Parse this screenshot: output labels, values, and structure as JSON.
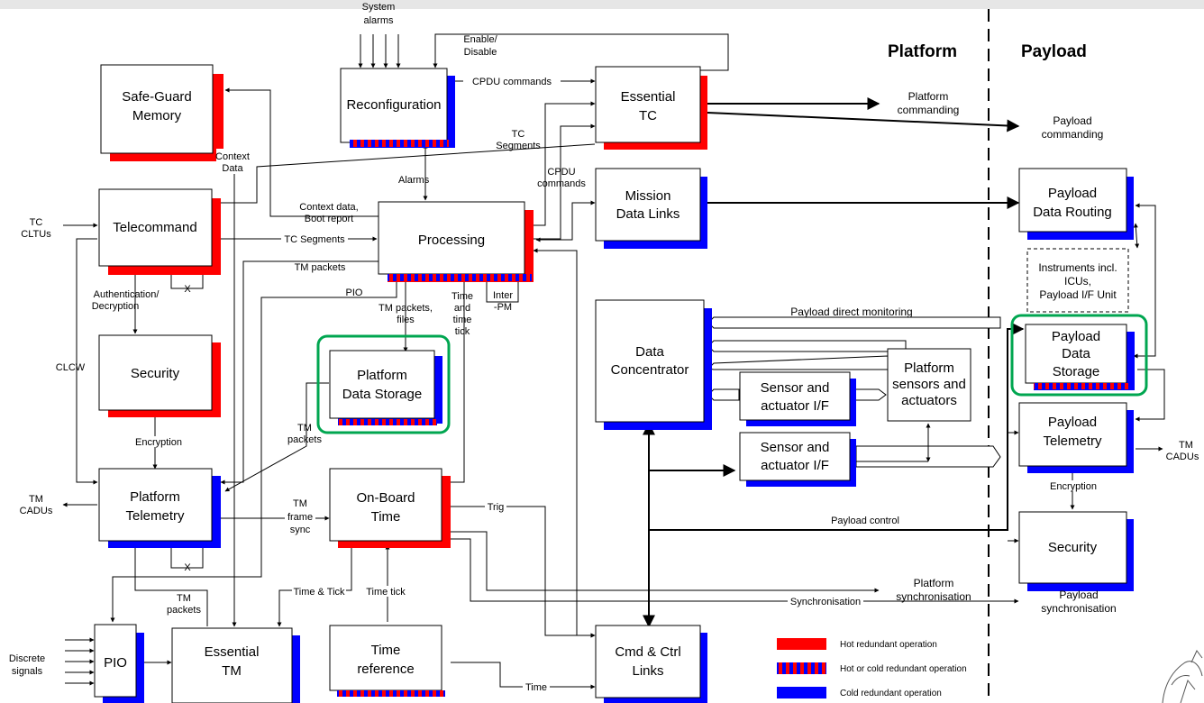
{
  "regions": {
    "platform": "Platform",
    "payload": "Payload"
  },
  "blocks": {
    "safeguard": [
      "Safe-Guard",
      "Memory"
    ],
    "reconfiguration": [
      "Reconfiguration"
    ],
    "essential_tc": [
      "Essential",
      "TC"
    ],
    "telecommand": [
      "Telecommand"
    ],
    "processing": [
      "Processing"
    ],
    "mission_links": [
      "Mission",
      "Data Links"
    ],
    "security_pf": [
      "Security"
    ],
    "pds": [
      "Platform",
      "Data Storage"
    ],
    "data_concentrator": [
      "Data",
      "Concentrator"
    ],
    "sai1": [
      "Sensor and",
      "actuator I/F"
    ],
    "sensors": [
      "Platform",
      "sensors and",
      "actuators"
    ],
    "sai2": [
      "Sensor and",
      "actuator I/F"
    ],
    "platform_tm": [
      "Platform",
      "Telemetry"
    ],
    "obt": [
      "On-Board",
      "Time"
    ],
    "pio": [
      "PIO"
    ],
    "essential_tm": [
      "Essential",
      "TM"
    ],
    "time_ref": [
      "Time",
      "reference"
    ],
    "cmd_links": [
      "Cmd & Ctrl",
      "Links"
    ],
    "payload_routing": [
      "Payload",
      "Data Routing"
    ],
    "instruments": [
      "Instruments incl.",
      "ICUs,",
      "Payload I/F Unit"
    ],
    "payload_storage": [
      "Payload",
      "Data",
      "Storage"
    ],
    "payload_tm": [
      "Payload",
      "Telemetry"
    ],
    "security_pl": [
      "Security"
    ]
  },
  "labels": {
    "system_alarms": [
      "System",
      "alarms"
    ],
    "enable_disable": [
      "Enable/",
      "Disable"
    ],
    "cpdu_commands": "CPDU commands",
    "platform_commanding": [
      "Platform",
      "commanding"
    ],
    "payload_commanding": [
      "Payload",
      "commanding"
    ],
    "context_data": [
      "Context",
      "Data"
    ],
    "tc_segments_top": [
      "TC",
      "Segments"
    ],
    "cpdu_commands_2": [
      "CPDU",
      "commands"
    ],
    "alarms": "Alarms",
    "tc_cltus": [
      "TC",
      "CLTUs"
    ],
    "context_boot": [
      "Context data,",
      "Boot report"
    ],
    "tc_segments": "TC Segments",
    "tm_packets": "TM packets",
    "x1": "X",
    "pio_lbl": "PIO",
    "auth": [
      "Authentication/",
      "Decryption"
    ],
    "tm_packets_files": [
      "TM packets,",
      "files"
    ],
    "time_tick": [
      "Time",
      "and",
      "time",
      "tick"
    ],
    "inter_pm": [
      "Inter",
      "-PM"
    ],
    "payload_direct": "Payload direct monitoring",
    "clcw": "CLCW",
    "tm_packets_2": [
      "TM",
      "packets"
    ],
    "encryption": "Encryption",
    "encryption_pl": "Encryption",
    "tm_cadus_left": [
      "TM",
      "CADUs"
    ],
    "tm_cadus_right": [
      "TM",
      "CADUs"
    ],
    "tm_frame_sync": [
      "TM",
      "frame",
      "sync"
    ],
    "trig": "Trig",
    "payload_control": "Payload control",
    "x2": "X",
    "platform_sync": [
      "Platform",
      "synchronisation"
    ],
    "tm_packets_3": [
      "TM",
      "packets"
    ],
    "time_and_tick": "Time & Tick",
    "time_tick_2": "Time tick",
    "synchronisation": "Synchronisation",
    "payload_sync": [
      "Payload",
      "synchronisation"
    ],
    "discrete": [
      "Discrete",
      "signals"
    ],
    "time_lbl": "Time"
  },
  "legend": {
    "hot": "Hot redundant operation",
    "hot_cold": "Hot or cold redundant operation",
    "cold": "Cold redundant operation"
  },
  "colors": {
    "hot": "#ff0000",
    "cold": "#0000ff",
    "highlight": "#00a650",
    "divider": "#000000"
  }
}
